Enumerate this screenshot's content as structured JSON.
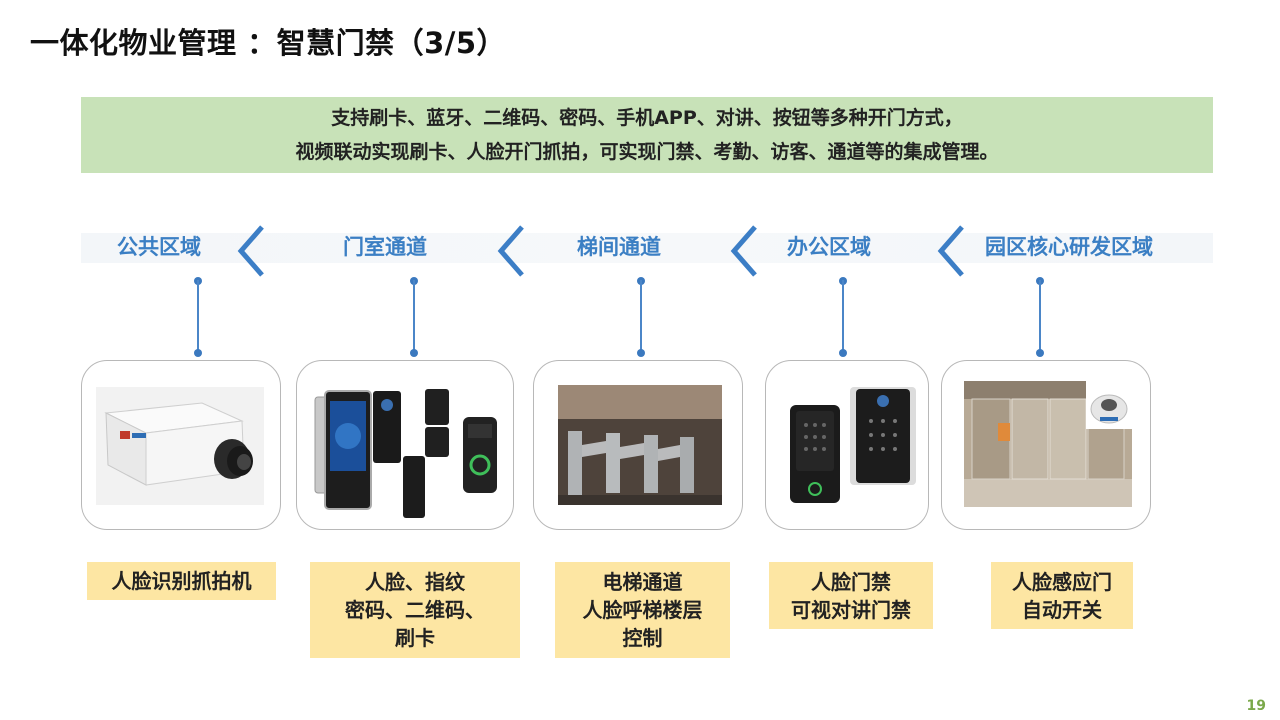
{
  "title": "一体化物业管理 ：智慧门禁（3/5）",
  "banner": {
    "line1": "支持刷卡、蓝牙、二维码、密码、手机APP、对讲、按钮等多种开门方式，",
    "line2": "视频联动实现刷卡、人脸开门抓拍，可实现门禁、考勤、访客、通道等的集成管理。"
  },
  "areas": [
    "公共区域",
    "门室通道",
    "梯间通道",
    "办公区域",
    "园区核心研发区域"
  ],
  "devices": [
    {
      "lines": [
        "人脸识别抓拍机"
      ]
    },
    {
      "lines": [
        "人脸、指纹",
        "密码、二维码、",
        "刷卡"
      ]
    },
    {
      "lines": [
        "电梯通道",
        "人脸呼梯楼层",
        "控制"
      ]
    },
    {
      "lines": [
        "人脸门禁",
        "可视对讲门禁"
      ]
    },
    {
      "lines": [
        "人脸感应门",
        "自动开关"
      ]
    }
  ],
  "page_number": "19",
  "colors": {
    "banner_bg": "#c8e2b8",
    "area_text": "#3b7fc4",
    "label_bg": "#fde6a3",
    "page_number": "#7aa84a"
  }
}
